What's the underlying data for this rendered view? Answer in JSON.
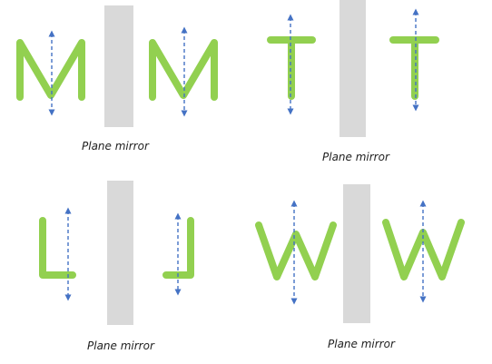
{
  "colors": {
    "letter": "#92d050",
    "mirror": "#d9d9d9",
    "axis": "#4472c4",
    "caption_text": "#222222",
    "background": "#ffffff"
  },
  "panels": [
    {
      "letter": "M",
      "caption": "Plane mirror"
    },
    {
      "letter": "T",
      "caption": "Plane mirror"
    },
    {
      "letter": "L",
      "caption": "Plane mirror"
    },
    {
      "letter": "W",
      "caption": "Plane mirror"
    }
  ]
}
